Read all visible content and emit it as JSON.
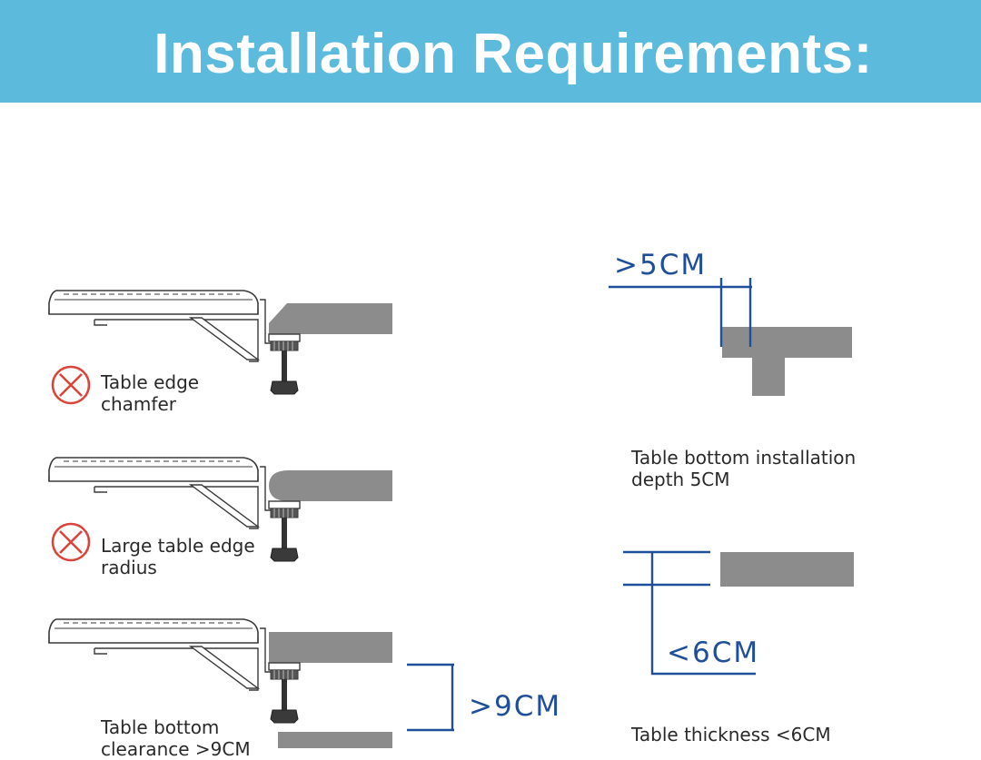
{
  "header": {
    "title": "Installation Requirements:",
    "background_color": "#5cbbdc"
  },
  "left_panel": {
    "items": [
      {
        "label_line1": "Table edge",
        "label_line2": "chamfer",
        "status_icon": "x-circle-icon",
        "status": "incorrect"
      },
      {
        "label_line1": "Large table edge",
        "label_line2": "radius",
        "status_icon": "x-circle-icon",
        "status": "incorrect"
      },
      {
        "label_line1": "Table bottom",
        "label_line2": "clearance >9CM",
        "dimension": ">9CM"
      }
    ]
  },
  "right_panel": {
    "depth": {
      "dimension": ">5CM",
      "caption_line1": "Table bottom installation",
      "caption_line2": "depth 5CM"
    },
    "thickness": {
      "dimension": "<6CM",
      "caption": "Table thickness <6CM"
    }
  },
  "colors": {
    "accent_blue": "#1f4f9a",
    "table_gray": "#8c8c8c",
    "warning_red": "#d9453a",
    "line_art": "#3a3a3a"
  }
}
